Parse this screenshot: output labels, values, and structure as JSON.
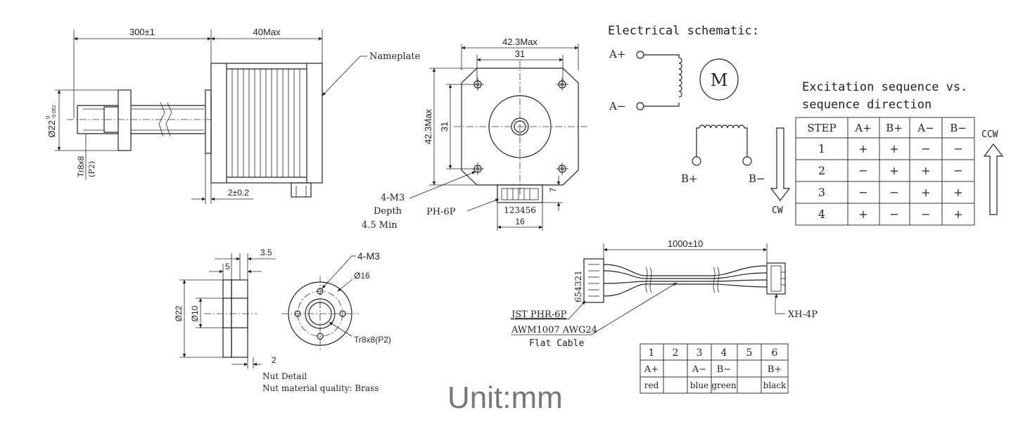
{
  "side_view": {
    "dim_length": "300±1",
    "dim_body": "40Max",
    "nameplate": "Nameplate",
    "dia": "Ø22",
    "dia_tol_upper": "0",
    "dia_tol_lower": "-0.052",
    "thread": "Tr8x8",
    "pitch": "(P2)",
    "boss": "2±0.2"
  },
  "front_view": {
    "dim_width": "42.3Max",
    "dim_hole_spacing": "31",
    "dim_height": "42.3Max",
    "dim_hole_spacing_v": "31",
    "dim_connector_height": "7",
    "dim_connector_width": "16",
    "pin_numbers": "123456",
    "connector": "PH-6P",
    "mount_holes": "4-M3",
    "depth_label": "Depth",
    "depth_value": "4.5 Min"
  },
  "schematic": {
    "title": "Electrical schematic:",
    "motor": "M",
    "a_plus": "A+",
    "a_minus": "A−",
    "b_plus": "B+",
    "b_minus": "B−"
  },
  "excitation": {
    "title_line1": "Excitation sequence vs.",
    "title_line2": "sequence direction",
    "headers": [
      "STEP",
      "A+",
      "B+",
      "A−",
      "B−"
    ],
    "rows": [
      [
        "1",
        "+",
        "+",
        "−",
        "−"
      ],
      [
        "2",
        "−",
        "+",
        "+",
        "−"
      ],
      [
        "3",
        "−",
        "−",
        "+",
        "+"
      ],
      [
        "4",
        "+",
        "−",
        "−",
        "+"
      ]
    ],
    "cw": "CW",
    "ccw": "CCW"
  },
  "nut": {
    "dim_3_5": "3.5",
    "dim_5": "5",
    "dim_22": "Ø22",
    "dim_10": "Ø10",
    "dim_2": "2",
    "holes": "4-M3",
    "dim_16": "Ø16",
    "thread": "Tr8x8(P2)",
    "caption1": "Nut Detail",
    "caption2": "Nut material quality: Brass"
  },
  "cable": {
    "length": "1000±10",
    "pin_order": "654321",
    "connector_a": "JST PHR-6P",
    "cable_type": "AWM1007 AWG24",
    "cable_desc": "Flat Cable",
    "connector_b": "XH-4P"
  },
  "pin_table": {
    "pins": [
      "1",
      "2",
      "3",
      "4",
      "5",
      "6"
    ],
    "signals": [
      "A+",
      "",
      "A−",
      "B−",
      "",
      "B+"
    ],
    "colors": [
      "red",
      "",
      "blue",
      "green",
      "",
      "black"
    ]
  },
  "unit": "Unit:mm"
}
